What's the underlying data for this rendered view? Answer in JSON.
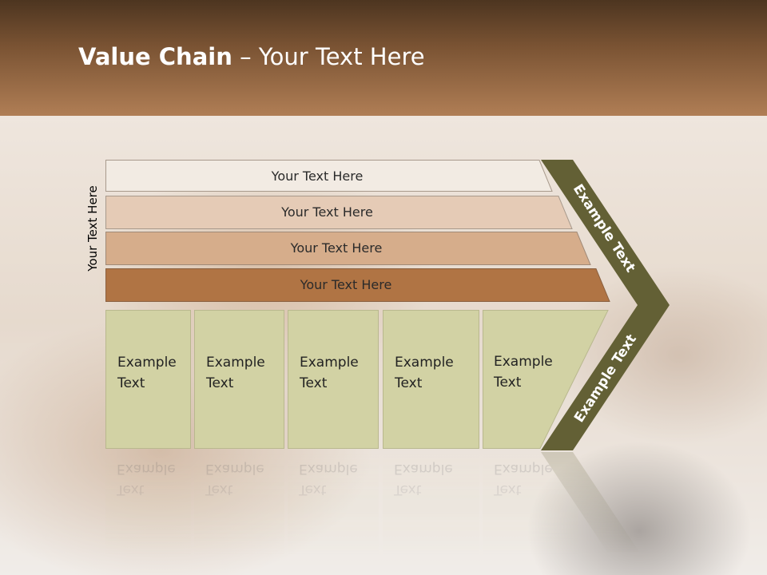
{
  "title": {
    "bold": "Value Chain",
    "rest": " – Your Text Here"
  },
  "side_label": "Your Text Here",
  "bars": [
    {
      "label": "Your Text Here",
      "color": "#f2ebe3"
    },
    {
      "label": "Your Text Here",
      "color": "#e5cbb6"
    },
    {
      "label": "Your Text Here",
      "color": "#d6ad8b"
    },
    {
      "label": "Your Text Here",
      "color": "#b07444"
    }
  ],
  "cards": [
    {
      "line1": "Example",
      "line2": "Text"
    },
    {
      "line1": "Example",
      "line2": "Text"
    },
    {
      "line1": "Example",
      "line2": "Text"
    },
    {
      "line1": "Example",
      "line2": "Text"
    },
    {
      "line1": "Example",
      "line2": "Text"
    }
  ],
  "chevron": {
    "upper_label": "Example Text",
    "lower_label": "Example Text",
    "color": "#636035"
  }
}
